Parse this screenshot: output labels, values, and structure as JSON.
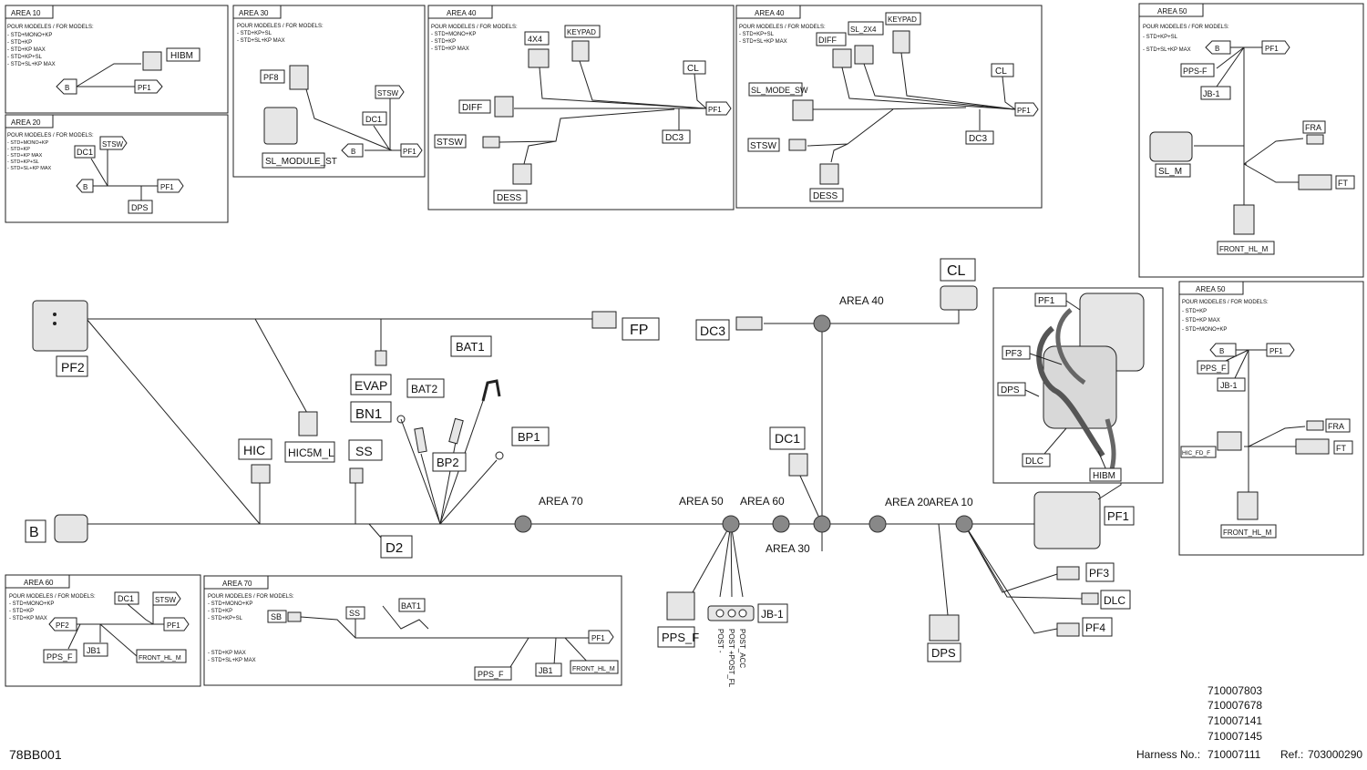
{
  "diagram_code": "78BB001",
  "harness_label": "Harness No.:",
  "harness_numbers": [
    "710007803",
    "710007678",
    "710007141",
    "710007145",
    "710007111"
  ],
  "ref_label": "Ref.:",
  "ref_value": "703000290",
  "models_header": "POUR MODELES / FOR MODELS:",
  "insets": {
    "area10": {
      "title": "AREA 10",
      "models": [
        "- STD+MONO+KP",
        "- STD+KP",
        "- STD+KP MAX",
        "- STD+KP+SL",
        "- STD+SL+KP MAX"
      ],
      "labels": {
        "hibm": "HIBM",
        "b": "B",
        "pf1": "PF1"
      }
    },
    "area20": {
      "title": "AREA 20",
      "models": [
        "- STD+MONO+KP",
        "- STD+KP",
        "- STD+KP MAX",
        "- STD+KP+SL",
        "- STD+SL+KP MAX"
      ],
      "labels": {
        "dc1": "DC1",
        "stsw": "STSW",
        "b": "B",
        "pf1": "PF1",
        "dps": "DPS"
      }
    },
    "area30": {
      "title": "AREA 30",
      "models": [
        "- STD+KP+SL",
        "- STD+SL+KP MAX"
      ],
      "labels": {
        "pf8": "PF8",
        "stsw": "STSW",
        "dc1": "DC1",
        "b": "B",
        "pf1": "PF1",
        "slmod": "SL_MODULE_ST"
      }
    },
    "area40a": {
      "title": "AREA 40",
      "models": [
        "- STD+MONO+KP",
        "- STD+KP",
        "- STD+KP MAX"
      ],
      "labels": {
        "x4": "4X4",
        "keypad": "KEYPAD",
        "cl": "CL",
        "diff": "DIFF",
        "pf1": "PF1",
        "stsw": "STSW",
        "dc3": "DC3",
        "dess": "DESS"
      }
    },
    "area40b": {
      "title": "AREA 40",
      "models": [
        "- STD+KP+SL",
        "- STD+SL+KP MAX"
      ],
      "labels": {
        "diff": "DIFF",
        "sl2x4": "SL_2X4",
        "keypad": "KEYPAD",
        "cl": "CL",
        "slmode": "SL_MODE_SW",
        "pf1": "PF1",
        "stsw": "STSW",
        "dc3": "DC3",
        "dess": "DESS"
      }
    },
    "area50a": {
      "title": "AREA 50",
      "models": [
        "- STD+KP+SL",
        "- STD+SL+KP MAX"
      ],
      "labels": {
        "b": "B",
        "pf1": "PF1",
        "ppsf": "PPS-F",
        "jb1": "JB-1",
        "fra": "FRA",
        "slm": "SL_M",
        "ft": "FT",
        "fronthl": "FRONT_HL_M"
      }
    },
    "area50b": {
      "title": "AREA 50",
      "models": [
        "- STD+KP",
        "- STD+KP MAX",
        "- STD+MONO+KP"
      ],
      "labels": {
        "b": "B",
        "pf1": "PF1",
        "ppsf": "PPS_F",
        "jb1": "JB-1",
        "fra": "FRA",
        "hicfd": "HIC_FD_F",
        "ft": "FT",
        "fronthl": "FRONT_HL_M"
      }
    },
    "area60": {
      "title": "AREA 60",
      "models": [
        "- STD+MONO+KP",
        "- STD+KP",
        "- STD+KP MAX"
      ],
      "labels": {
        "dc1": "DC1",
        "stsw": "STSW",
        "pf2": "PF2",
        "pf1": "PF1",
        "ppsf": "PPS_F",
        "jb1": "JB1",
        "fronthl": "FRONT_HL_M"
      }
    },
    "area70": {
      "title": "AREA 70",
      "models": [
        "- STD+MONO+KP",
        "- STD+KP",
        "- STD+KP+SL"
      ],
      "models2": [
        "- STD+KP MAX",
        "- STD+SL+KP MAX"
      ],
      "labels": {
        "sb": "SB",
        "ss": "SS",
        "bat1": "BAT1",
        "pf1": "PF1",
        "ppsf": "PPS_F",
        "jb1": "JB1",
        "fronthl": "FRONT_HL_M"
      }
    }
  },
  "main": {
    "labels": {
      "pf2": "PF2",
      "fp": "FP",
      "bat1": "BAT1",
      "evap": "EVAP",
      "bat2": "BAT2",
      "bn1": "BN1",
      "hic": "HIC",
      "hic5m": "HIC5M_L",
      "ss": "SS",
      "bp2": "BP2",
      "bp1": "BP1",
      "b": "B",
      "d2": "D2",
      "dc3": "DC3",
      "cl": "CL",
      "dc1": "DC1",
      "ppsf": "PPS_F",
      "jb1": "JB-1",
      "dps": "DPS",
      "pf1": "PF1",
      "pf3": "PF3",
      "dlc": "DLC",
      "pf4": "PF4"
    },
    "areas": {
      "a70": "AREA 70",
      "a50": "AREA 50",
      "a60": "AREA 60",
      "a30": "AREA 30",
      "a20": "AREA 20",
      "a10": "AREA 10",
      "a40": "AREA 40"
    },
    "posts": [
      "POST -",
      "POST +POST_FL",
      "POST_ACC"
    ],
    "detail_labels": {
      "pf1": "PF1",
      "pf3": "PF3",
      "dps": "DPS",
      "dlc": "DLC",
      "hibm": "HIBM"
    }
  }
}
